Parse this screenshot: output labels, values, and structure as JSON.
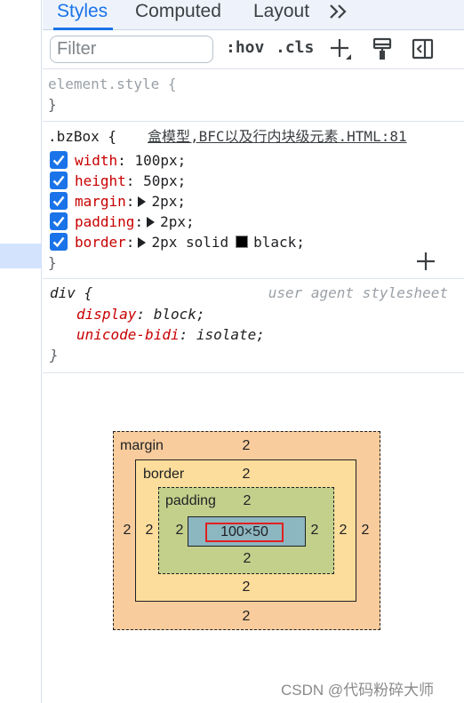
{
  "tabs": [
    {
      "label": "Styles",
      "active": true
    },
    {
      "label": "Computed",
      "active": false
    },
    {
      "label": "Layout",
      "active": false
    }
  ],
  "toolbar": {
    "filter_placeholder": "Filter",
    "hov_label": ":hov",
    "cls_label": ".cls"
  },
  "element_style": {
    "selector": "element.style {",
    "close": "}"
  },
  "rule": {
    "selector": ".bzBox {",
    "source": "盒模型,BFC以及行内块级元素.HTML:81",
    "close": "}",
    "decls": [
      {
        "name": "width",
        "colon": ":",
        "value": "100px;",
        "checked": true,
        "expandable": false,
        "swatch": false
      },
      {
        "name": "height",
        "colon": ":",
        "value": "50px;",
        "checked": true,
        "expandable": false,
        "swatch": false
      },
      {
        "name": "margin",
        "colon": ":",
        "value": "2px;",
        "checked": true,
        "expandable": true,
        "swatch": false
      },
      {
        "name": "padding",
        "colon": ":",
        "value": "2px;",
        "checked": true,
        "expandable": true,
        "swatch": false
      },
      {
        "name": "border",
        "colon": ":",
        "value_pre": "2px solid",
        "value": "black;",
        "checked": true,
        "expandable": true,
        "swatch": true,
        "swatch_color": "#000000"
      }
    ]
  },
  "ua_rule": {
    "selector": "div {",
    "label": "user agent stylesheet",
    "close": "}",
    "decls": [
      {
        "name": "display",
        "value": "block;"
      },
      {
        "name": "unicode-bidi",
        "value": "isolate;"
      }
    ]
  },
  "box_model": {
    "margin_label": "margin",
    "border_label": "border",
    "padding_label": "padding",
    "margin": {
      "top": "2",
      "right": "2",
      "bottom": "2",
      "left": "2"
    },
    "border": {
      "top": "2",
      "right": "2",
      "bottom": "2",
      "left": "2"
    },
    "padding": {
      "top": "2",
      "right": "2",
      "bottom": "2",
      "left": "2"
    },
    "content_size": "100×50"
  },
  "watermark": "CSDN @代码粉碎大师",
  "colors": {
    "accent": "#1a73e8",
    "property_name": "#c80000",
    "margin_fill": "#f9cc9d",
    "border_fill": "#fddd9b",
    "padding_fill": "#c3d08b",
    "content_fill": "#8cb6c0",
    "highlight_outline": "#e02020"
  },
  "icons": [
    "more-tabs-icon",
    "add-rule-icon",
    "paint-brush-icon",
    "toggle-sidebar-icon",
    "add-property-icon"
  ]
}
